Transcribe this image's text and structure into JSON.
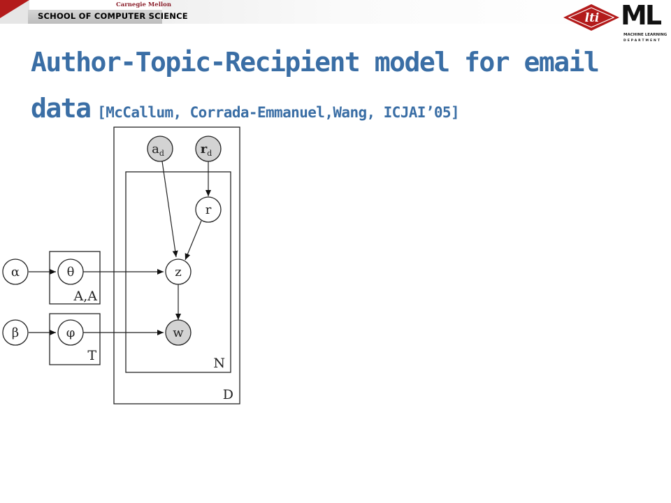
{
  "header": {
    "institution": "Carnegie Mellon",
    "school": "SCHOOL OF COMPUTER SCIENCE"
  },
  "logos": {
    "lti": "lti",
    "ml": "ML",
    "ml_line1": "MACHINE LEARNING",
    "ml_line2": "DEPARTMENT"
  },
  "title": {
    "main": "Author-Topic-Recipient model for email data",
    "citation": "[McCallum, Corrada-Emmanuel,Wang, ICJAI’05]"
  },
  "diagram": {
    "nodes": {
      "alpha": "α",
      "beta": "β",
      "theta": "θ",
      "phi": "φ",
      "z": "z",
      "w": "w",
      "r": "r",
      "a_d": {
        "base": "a",
        "sub": "d"
      },
      "r_d": {
        "base": "r",
        "sub": "d"
      }
    },
    "plates": {
      "theta_plate": "A,A",
      "phi_plate": "T",
      "word_plate": "N",
      "document_plate": "D"
    },
    "colors": {
      "observed_fill": "#d3d3d3",
      "latent_fill": "#ffffff",
      "title": "#3a6ea5",
      "brand_red": "#b31b1b"
    }
  }
}
